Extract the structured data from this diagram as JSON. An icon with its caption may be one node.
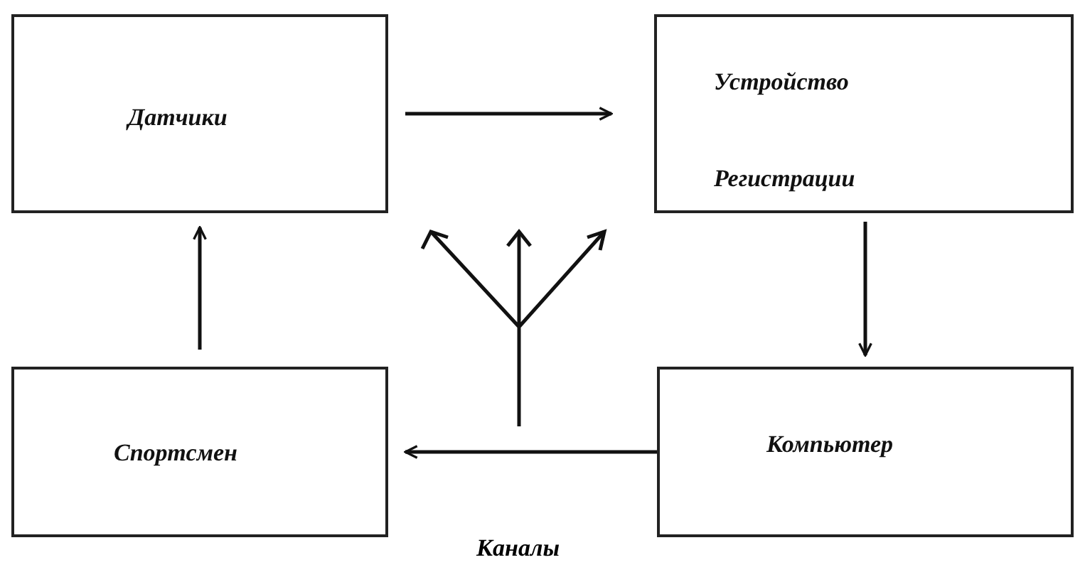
{
  "diagram": {
    "nodes": [
      {
        "text": [
          "Датчики"
        ]
      },
      {
        "text": [
          "Устройство Регистрации"
        ]
      },
      {
        "text": [
          "Спортсмен"
        ]
      },
      {
        "text": [
          "Компьютер"
        ]
      },
      {
        "text": [],
        "shape": "antenna"
      }
    ],
    "edges": [
      {
        "from": 0,
        "to": 1,
        "arrow": "to"
      },
      {
        "from": 1,
        "to": 3,
        "arrow": "to"
      },
      {
        "from": 3,
        "to": 2,
        "arrow": "to"
      },
      {
        "from": 2,
        "to": 0,
        "arrow": "to"
      }
    ],
    "labels": [
      "Каналы"
    ]
  }
}
